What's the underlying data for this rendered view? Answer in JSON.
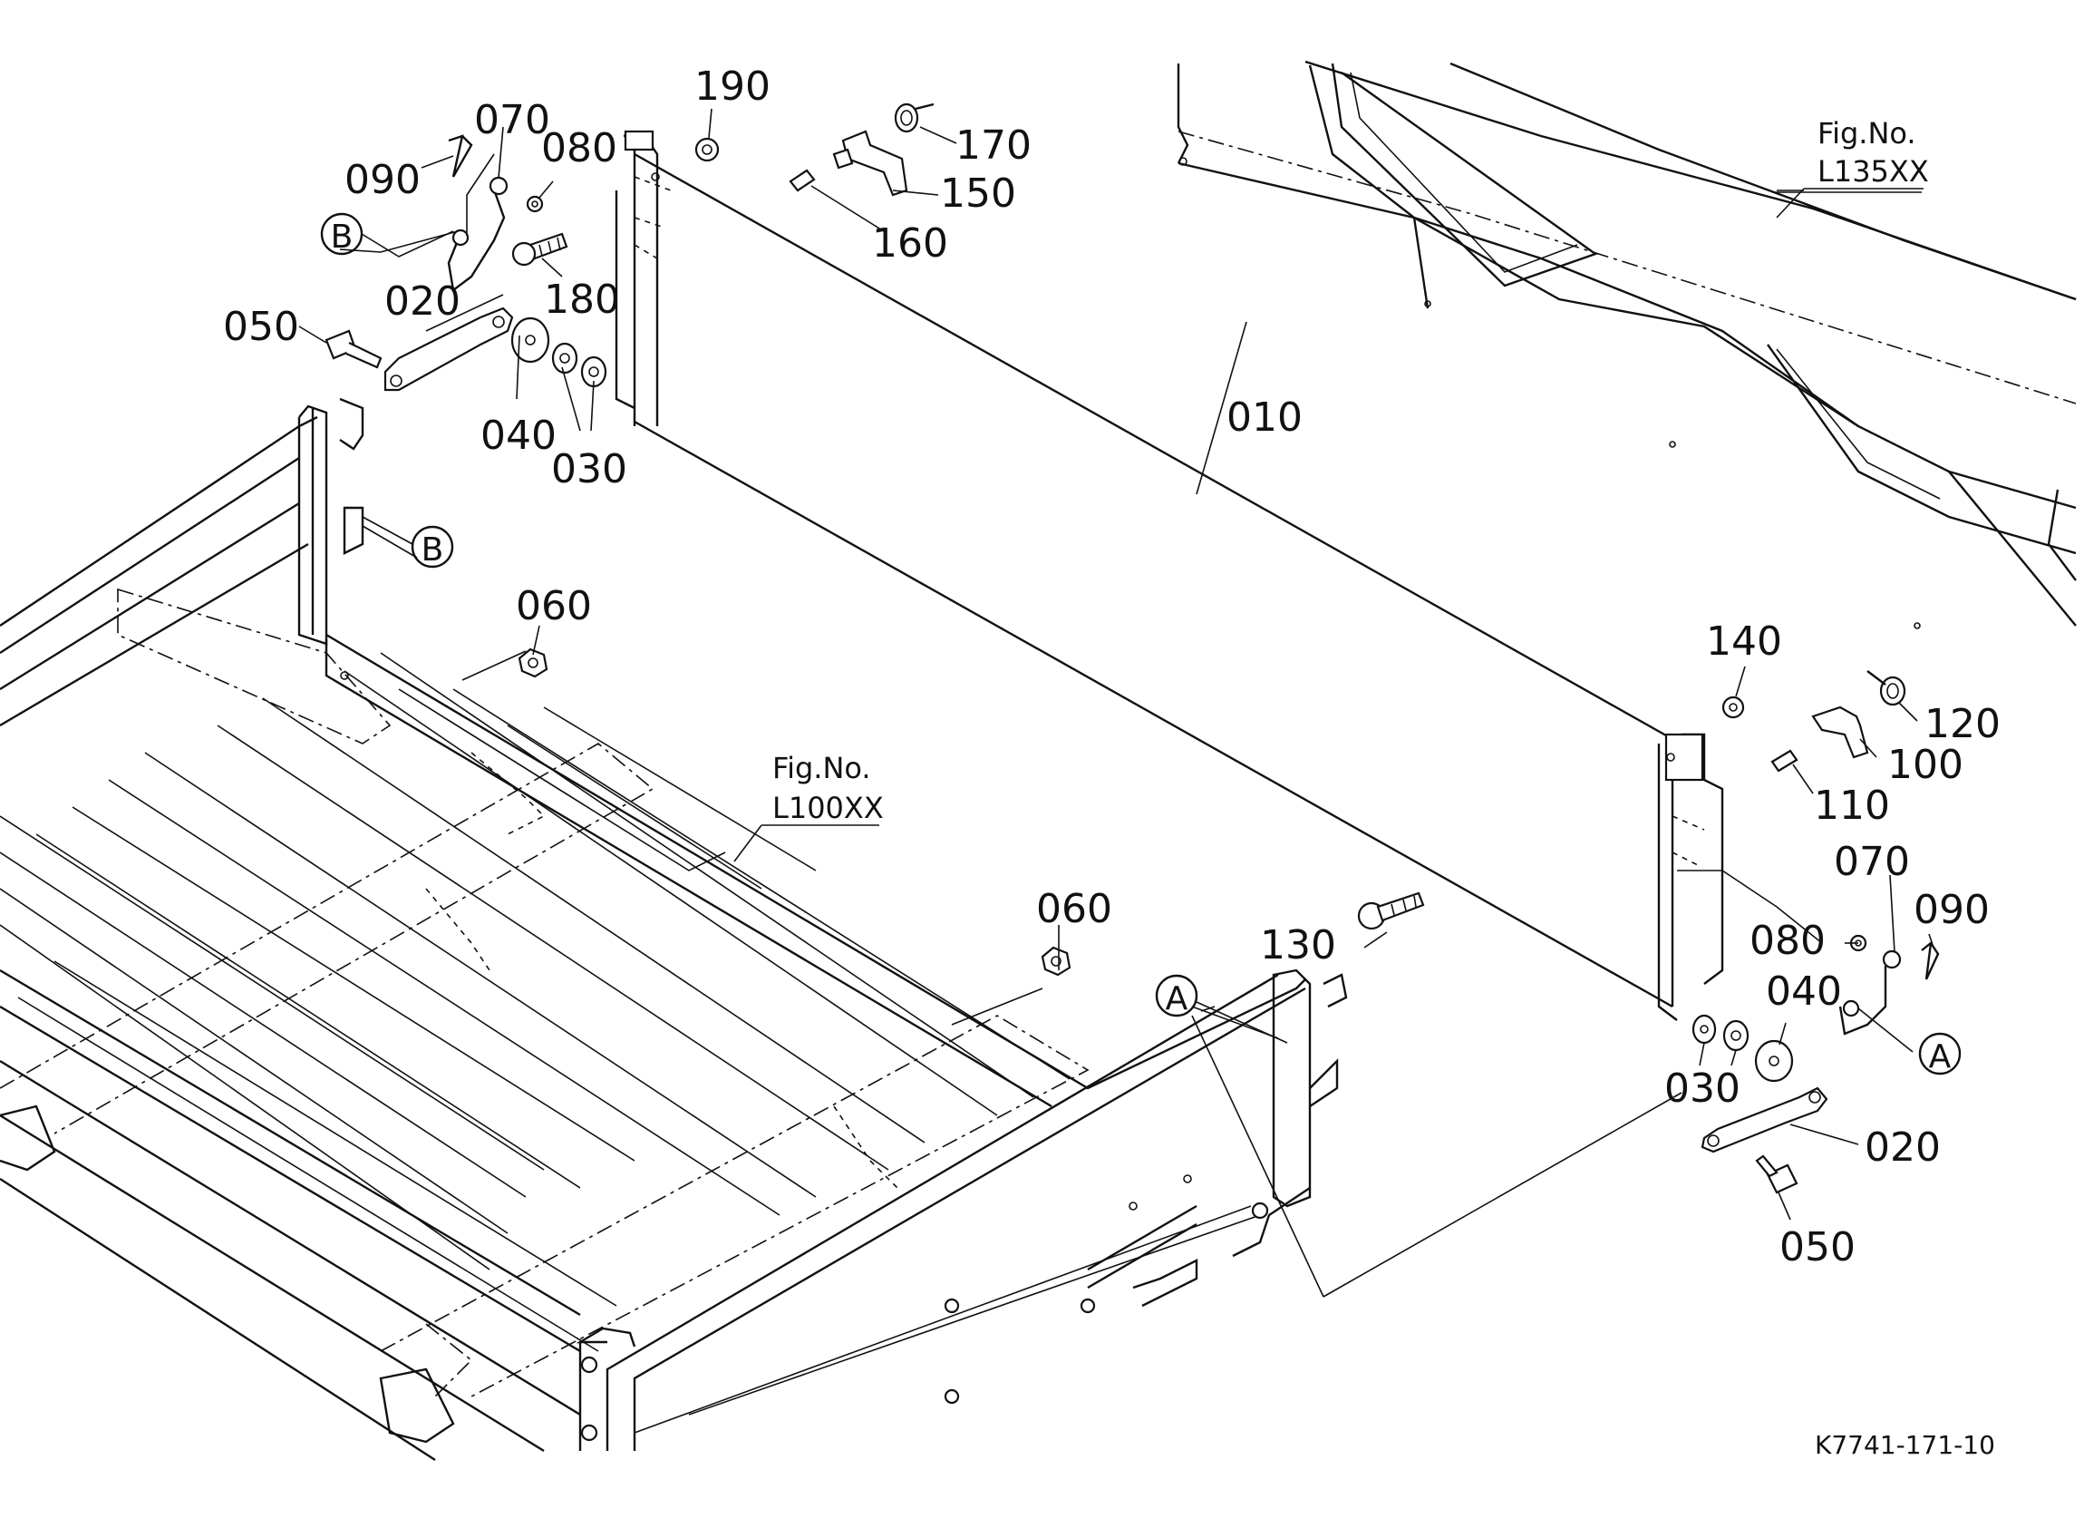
{
  "diagram": {
    "callouts": [
      {
        "key": "010",
        "text": "010"
      },
      {
        "key": "020a",
        "text": "020"
      },
      {
        "key": "020b",
        "text": "020"
      },
      {
        "key": "030a",
        "text": "030"
      },
      {
        "key": "030b",
        "text": "030"
      },
      {
        "key": "040a",
        "text": "040"
      },
      {
        "key": "040b",
        "text": "040"
      },
      {
        "key": "050a",
        "text": "050"
      },
      {
        "key": "050b",
        "text": "050"
      },
      {
        "key": "060a",
        "text": "060"
      },
      {
        "key": "060b",
        "text": "060"
      },
      {
        "key": "070a",
        "text": "070"
      },
      {
        "key": "070b",
        "text": "070"
      },
      {
        "key": "080a",
        "text": "080"
      },
      {
        "key": "080b",
        "text": "080"
      },
      {
        "key": "090a",
        "text": "090"
      },
      {
        "key": "090b",
        "text": "090"
      },
      {
        "key": "100",
        "text": "100"
      },
      {
        "key": "110",
        "text": "110"
      },
      {
        "key": "120",
        "text": "120"
      },
      {
        "key": "130",
        "text": "130"
      },
      {
        "key": "140",
        "text": "140"
      },
      {
        "key": "150",
        "text": "150"
      },
      {
        "key": "160",
        "text": "160"
      },
      {
        "key": "170",
        "text": "170"
      },
      {
        "key": "180",
        "text": "180"
      },
      {
        "key": "190",
        "text": "190"
      }
    ],
    "circled_refs": [
      {
        "key": "A1",
        "text": "A"
      },
      {
        "key": "A2",
        "text": "A"
      },
      {
        "key": "B1",
        "text": "B"
      },
      {
        "key": "B2",
        "text": "B"
      }
    ],
    "fig_refs": [
      {
        "key": "fig_top",
        "line1": "Fig.No.",
        "line2": "L135XX"
      },
      {
        "key": "fig_mid",
        "line1": "Fig.No.",
        "line2": "L100XX"
      }
    ],
    "drawing_number": "K7741-171-10"
  }
}
